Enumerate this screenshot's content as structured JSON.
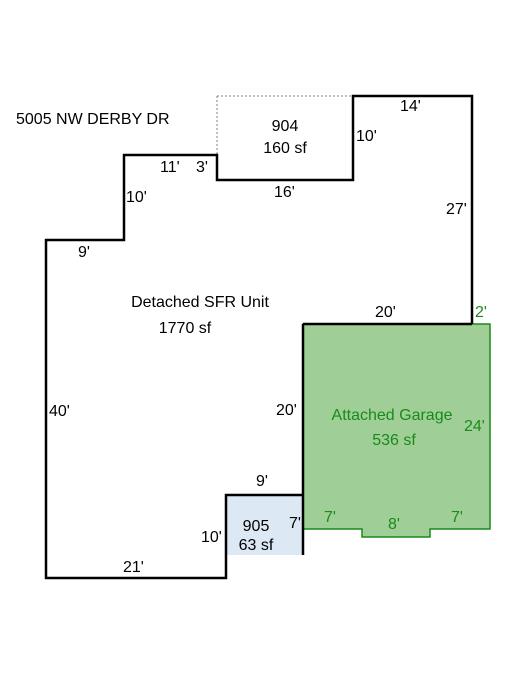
{
  "address": "5005 NW DERBY DR",
  "colors": {
    "outline": "#000000",
    "garage_fill": "#9fcf97",
    "garage_stroke": "#1a8a1a",
    "garage_text": "#1a8a1a",
    "area905_fill": "#dce9f5",
    "area904_dashed": "#808080"
  },
  "areas": {
    "main": {
      "name": "Detached SFR Unit",
      "area": "1770 sf"
    },
    "garage": {
      "name": "Attached Garage",
      "area": "536 sf"
    },
    "a904": {
      "name": "904",
      "area": "160 sf"
    },
    "a905": {
      "name": "905",
      "area": "63 sf"
    }
  },
  "dimensions": {
    "top_right": "14'",
    "right_upper": "27'",
    "room904_side": "10'",
    "room904_bottom": "16'",
    "step_top": "11'",
    "step_3": "3'",
    "left_step_vertical": "10'",
    "left_step_horizontal": "9'",
    "left_side": "40'",
    "bottom": "21'",
    "room905_left": "10'",
    "room905_top": "9'",
    "room905_right": "7'",
    "garage_top": "20'",
    "garage_left": "20'",
    "garage_right_offset": "2'",
    "garage_right": "24'",
    "garage_bottom_left": "7'",
    "garage_bottom_mid": "8'",
    "garage_bottom_right": "7'"
  }
}
